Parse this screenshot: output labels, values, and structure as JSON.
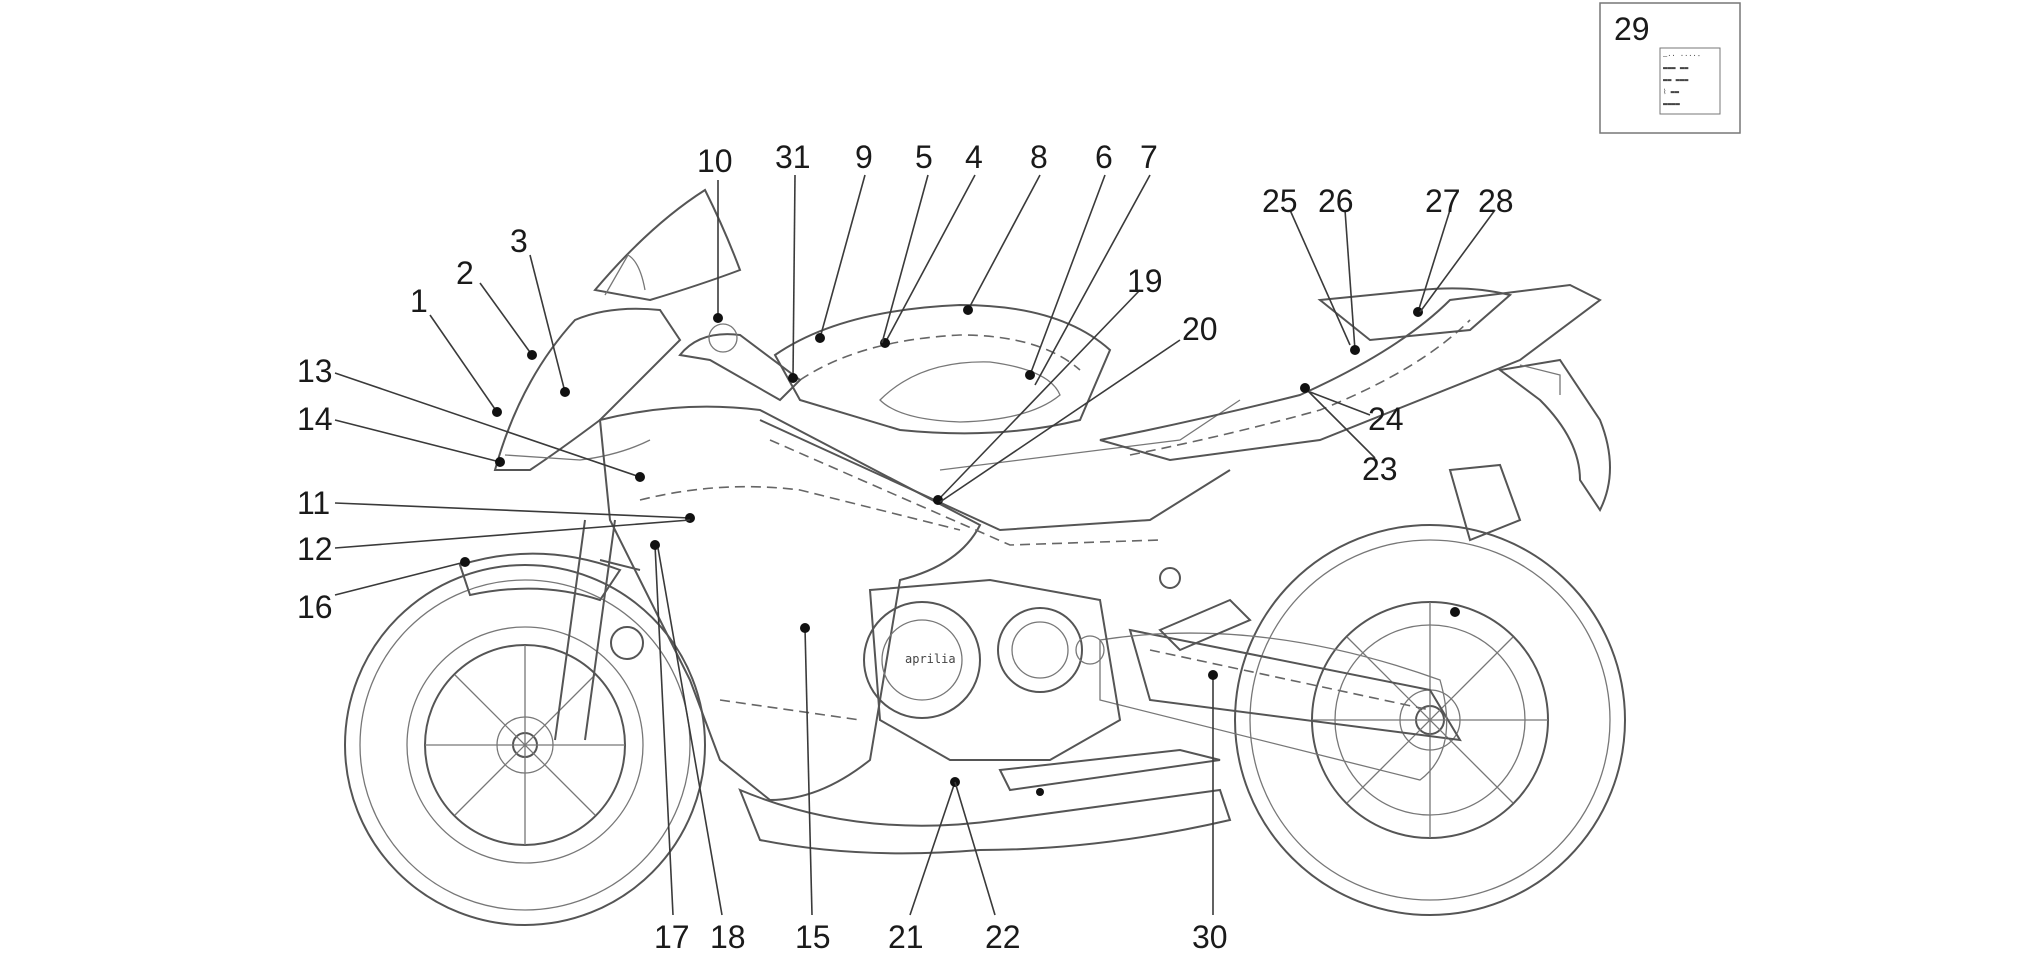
{
  "diagram": {
    "brand_mark": "aprilia",
    "inset": {
      "label": "29",
      "sheet_text": [
        "—·· ····-",
        "▬▬▬ ▬▬",
        "▬▬ ▬▬▬",
        "⌇ ▬▬",
        "▬▬▬▬"
      ]
    },
    "callouts": [
      {
        "id": "1",
        "label": "1"
      },
      {
        "id": "2",
        "label": "2"
      },
      {
        "id": "3",
        "label": "3"
      },
      {
        "id": "4",
        "label": "4"
      },
      {
        "id": "5",
        "label": "5"
      },
      {
        "id": "6",
        "label": "6"
      },
      {
        "id": "7",
        "label": "7"
      },
      {
        "id": "8",
        "label": "8"
      },
      {
        "id": "9",
        "label": "9"
      },
      {
        "id": "10",
        "label": "10"
      },
      {
        "id": "11",
        "label": "11"
      },
      {
        "id": "12",
        "label": "12"
      },
      {
        "id": "13",
        "label": "13"
      },
      {
        "id": "14",
        "label": "14"
      },
      {
        "id": "15",
        "label": "15"
      },
      {
        "id": "16",
        "label": "16"
      },
      {
        "id": "17",
        "label": "17"
      },
      {
        "id": "18",
        "label": "18"
      },
      {
        "id": "19",
        "label": "19"
      },
      {
        "id": "20",
        "label": "20"
      },
      {
        "id": "21",
        "label": "21"
      },
      {
        "id": "22",
        "label": "22"
      },
      {
        "id": "23",
        "label": "23"
      },
      {
        "id": "24",
        "label": "24"
      },
      {
        "id": "25",
        "label": "25"
      },
      {
        "id": "26",
        "label": "26"
      },
      {
        "id": "27",
        "label": "27"
      },
      {
        "id": "28",
        "label": "28"
      },
      {
        "id": "30",
        "label": "30"
      },
      {
        "id": "31",
        "label": "31"
      }
    ]
  }
}
